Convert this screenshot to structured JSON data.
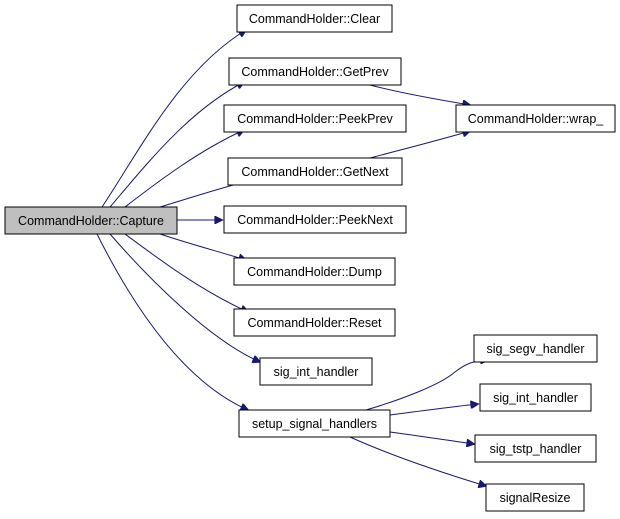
{
  "colors": {
    "edge": "#191970",
    "node_fill": "#ffffff",
    "root_fill": "#bfbfbf",
    "border": "#000000"
  },
  "nodes": {
    "capture": "CommandHolder::Capture",
    "clear": "CommandHolder::Clear",
    "get_prev": "CommandHolder::GetPrev",
    "peek_prev": "CommandHolder::PeekPrev",
    "get_next": "CommandHolder::GetNext",
    "peek_next": "CommandHolder::PeekNext",
    "dump": "CommandHolder::Dump",
    "reset": "CommandHolder::Reset",
    "sig_int_handler": "sig_int_handler",
    "setup_signal_handlers": "setup_signal_handlers",
    "wrap": "CommandHolder::wrap_",
    "sig_segv_handler": "sig_segv_handler",
    "sig_int_handler_2": "sig_int_handler",
    "sig_tstp_handler": "sig_tstp_handler",
    "signal_resize": "signalResize"
  },
  "edges": [
    [
      "capture",
      "clear"
    ],
    [
      "capture",
      "get_prev"
    ],
    [
      "capture",
      "peek_prev"
    ],
    [
      "capture",
      "get_next"
    ],
    [
      "capture",
      "peek_next"
    ],
    [
      "capture",
      "dump"
    ],
    [
      "capture",
      "reset"
    ],
    [
      "capture",
      "sig_int_handler"
    ],
    [
      "capture",
      "setup_signal_handlers"
    ],
    [
      "get_prev",
      "wrap"
    ],
    [
      "get_next",
      "wrap"
    ],
    [
      "setup_signal_handlers",
      "sig_segv_handler"
    ],
    [
      "setup_signal_handlers",
      "sig_int_handler_2"
    ],
    [
      "setup_signal_handlers",
      "sig_tstp_handler"
    ],
    [
      "setup_signal_handlers",
      "signal_resize"
    ]
  ]
}
